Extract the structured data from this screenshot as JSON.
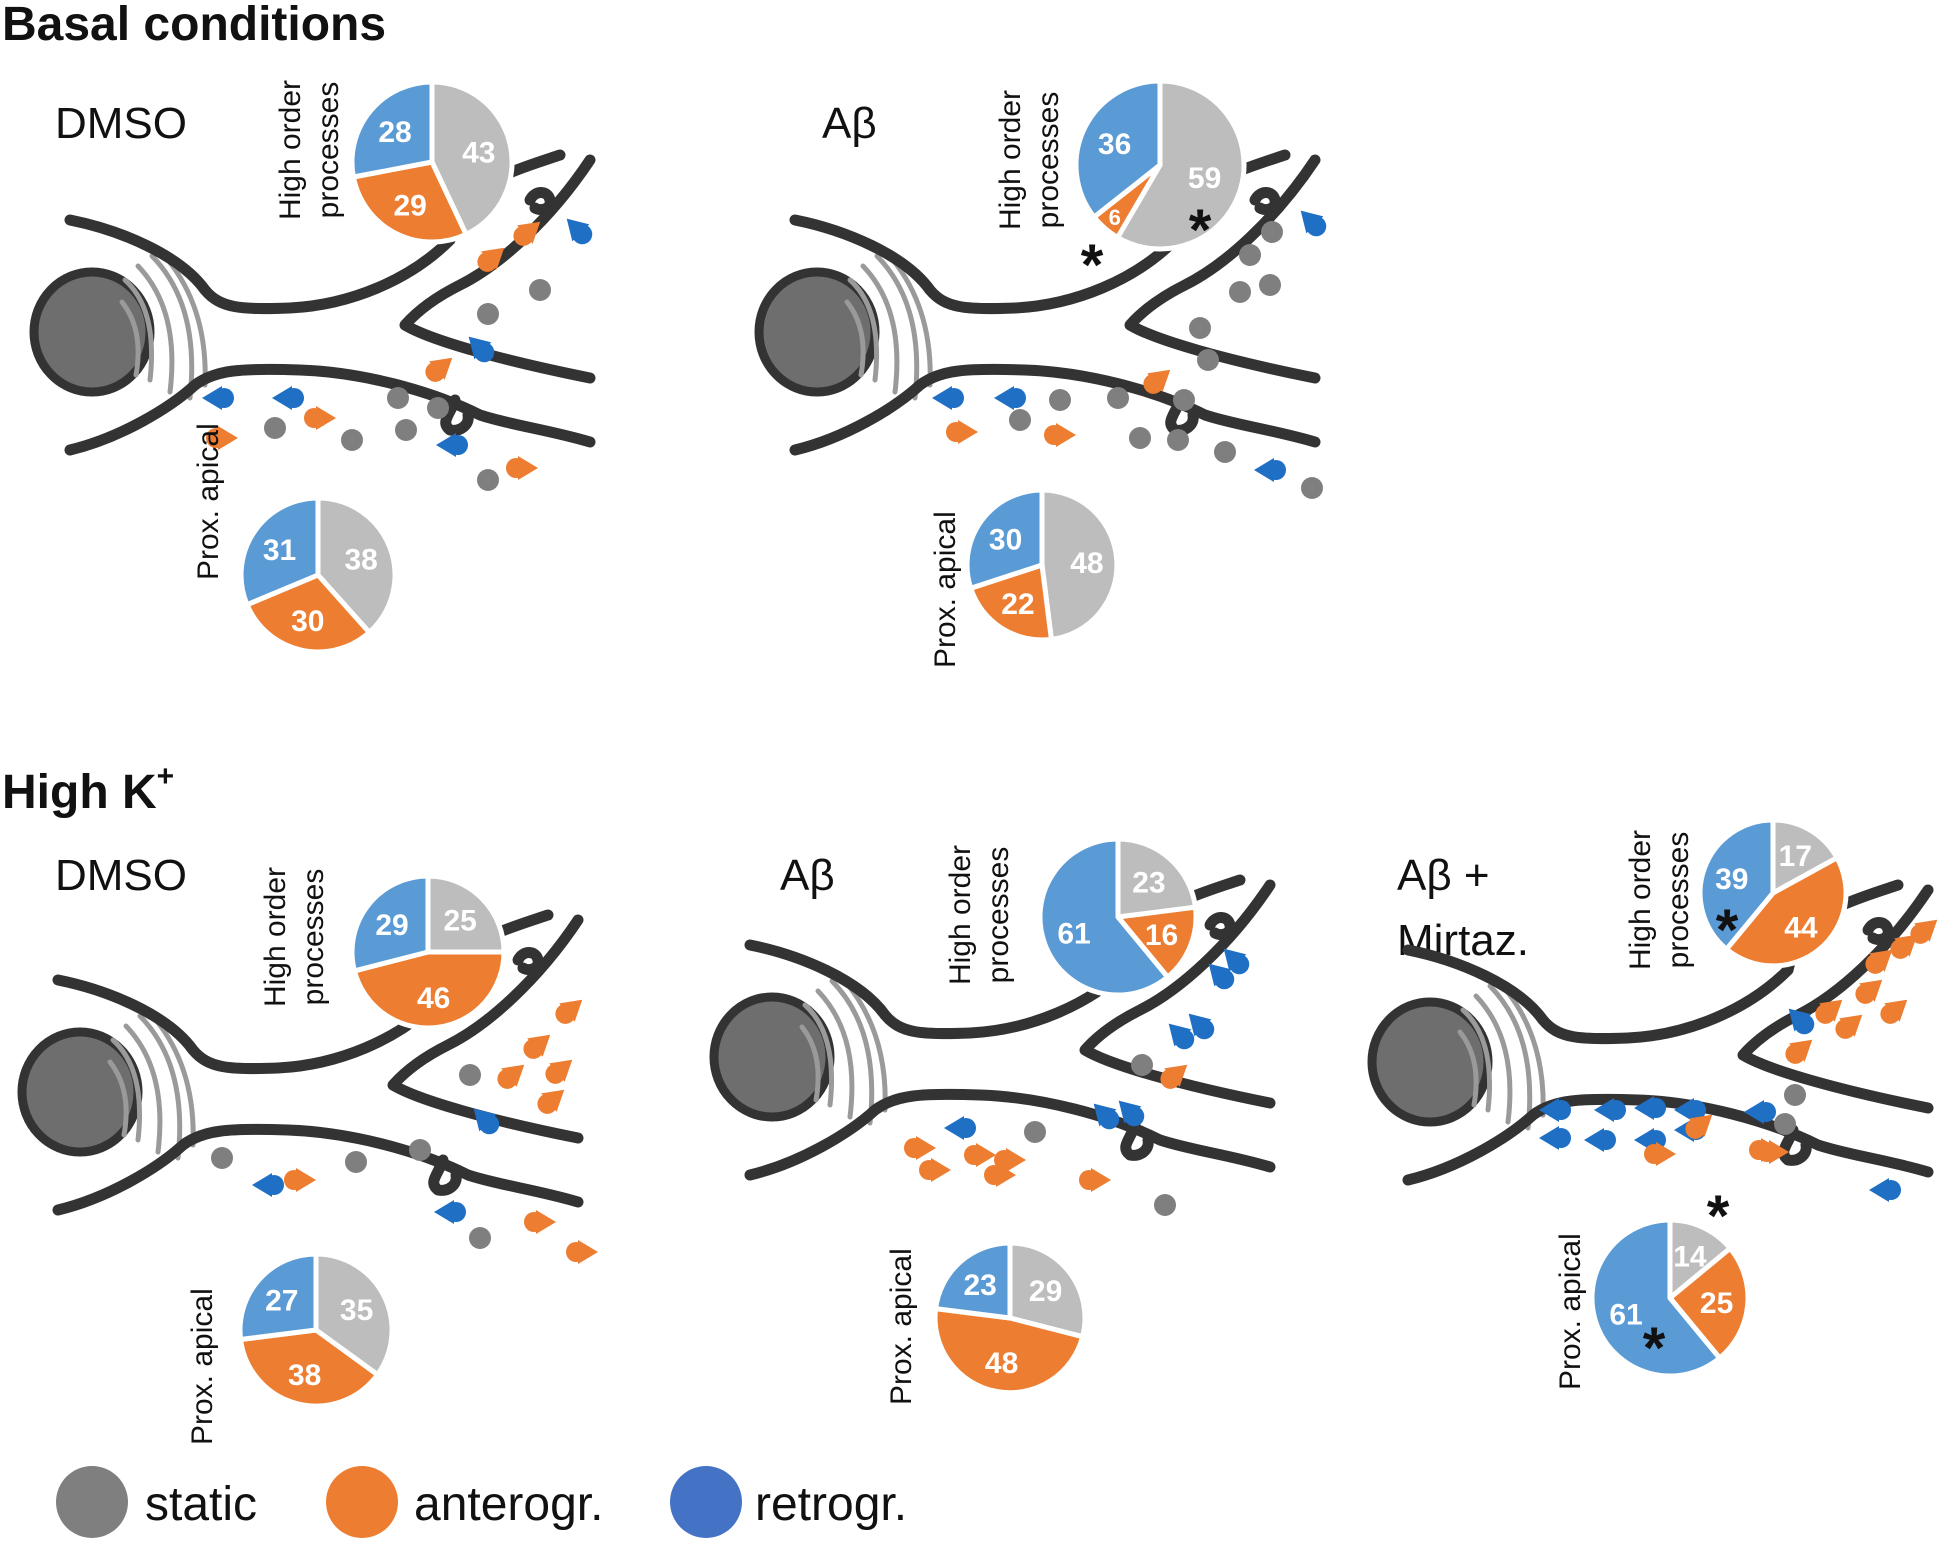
{
  "colors": {
    "static_slice": "#bdbdbd",
    "anterograde_slice": "#ed7d31",
    "retrograde_slice": "#5b9bd5",
    "static_particle": "#7f7f7f",
    "anterograde_particle": "#ed7d31",
    "retrograde_particle": "#1f6fc5",
    "legend_retrograde": "#4472c4",
    "outline": "#333333",
    "nucleus": "#6e6e6e"
  },
  "sections": {
    "basal": "Basal conditions",
    "highk_main": "High K",
    "highk_sup": "+"
  },
  "labels": {
    "high_order_line1": "High order",
    "high_order_line2": "processes",
    "prox_apical": "Prox. apical"
  },
  "conditions": {
    "basal_dmso": "DMSO",
    "basal_ab": "Aβ",
    "hk_dmso": "DMSO",
    "hk_ab": "Aβ",
    "hk_abm_line1": "Aβ +",
    "hk_abm_line2": "Mirtaz."
  },
  "legend": {
    "static": "static",
    "anterograde": "anterogr.",
    "retrograde": "retrogr."
  },
  "significance_marker": "*",
  "chart_data": [
    {
      "type": "pie",
      "panel": "Basal conditions · DMSO",
      "region": "High order processes",
      "slices": [
        {
          "category": "static",
          "value": 43
        },
        {
          "category": "anterogr.",
          "value": 29
        },
        {
          "category": "retrogr.",
          "value": 28
        }
      ]
    },
    {
      "type": "pie",
      "panel": "Basal conditions · DMSO",
      "region": "Prox. apical",
      "slices": [
        {
          "category": "static",
          "value": 38
        },
        {
          "category": "anterogr.",
          "value": 30
        },
        {
          "category": "retrogr.",
          "value": 31
        }
      ]
    },
    {
      "type": "pie",
      "panel": "Basal conditions · Aβ",
      "region": "High order processes",
      "slices": [
        {
          "category": "static",
          "value": 59,
          "significant": true
        },
        {
          "category": "anterogr.",
          "value": 6,
          "significant": true
        },
        {
          "category": "retrogr.",
          "value": 36
        }
      ]
    },
    {
      "type": "pie",
      "panel": "Basal conditions · Aβ",
      "region": "Prox. apical",
      "slices": [
        {
          "category": "static",
          "value": 48
        },
        {
          "category": "anterogr.",
          "value": 22
        },
        {
          "category": "retrogr.",
          "value": 30
        }
      ]
    },
    {
      "type": "pie",
      "panel": "High K+ · DMSO",
      "region": "High order processes",
      "slices": [
        {
          "category": "static",
          "value": 25
        },
        {
          "category": "anterogr.",
          "value": 46
        },
        {
          "category": "retrogr.",
          "value": 29
        }
      ]
    },
    {
      "type": "pie",
      "panel": "High K+ · DMSO",
      "region": "Prox. apical",
      "slices": [
        {
          "category": "static",
          "value": 35
        },
        {
          "category": "anterogr.",
          "value": 38
        },
        {
          "category": "retrogr.",
          "value": 27
        }
      ]
    },
    {
      "type": "pie",
      "panel": "High K+ · Aβ",
      "region": "High order processes",
      "slices": [
        {
          "category": "static",
          "value": 23
        },
        {
          "category": "anterogr.",
          "value": 16
        },
        {
          "category": "retrogr.",
          "value": 61
        }
      ]
    },
    {
      "type": "pie",
      "panel": "High K+ · Aβ",
      "region": "Prox. apical",
      "slices": [
        {
          "category": "static",
          "value": 29
        },
        {
          "category": "anterogr.",
          "value": 48
        },
        {
          "category": "retrogr.",
          "value": 23
        }
      ]
    },
    {
      "type": "pie",
      "panel": "High K+ · Aβ + Mirtaz.",
      "region": "High order processes",
      "slices": [
        {
          "category": "static",
          "value": 17
        },
        {
          "category": "anterogr.",
          "value": 44
        },
        {
          "category": "retrogr.",
          "value": 39,
          "significant": true
        }
      ]
    },
    {
      "type": "pie",
      "panel": "High K+ · Aβ + Mirtaz.",
      "region": "Prox. apical",
      "slices": [
        {
          "category": "static",
          "value": 14,
          "significant": true
        },
        {
          "category": "anterogr.",
          "value": 25
        },
        {
          "category": "retrogr.",
          "value": 61,
          "significant": true
        }
      ]
    }
  ]
}
